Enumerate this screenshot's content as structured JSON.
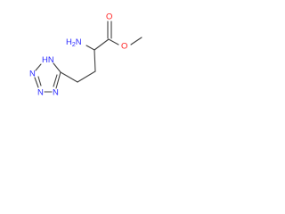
{
  "molecule": {
    "atoms": {
      "o_carbonyl": "O",
      "o_ester": "O",
      "n_amine": "H",
      "n_amine_suffix": "N",
      "n_amine_sub": "2",
      "n_tetrazole_h": "H",
      "n_tetrazole_h_prefix": "N",
      "n_tetrazole_top": "N",
      "n_tetrazole_left": "N",
      "n_tetrazole_bottom": "N"
    },
    "colors": {
      "bond": "#404040",
      "nitrogen": "#2b2bff",
      "oxygen": "#ff2020"
    }
  }
}
